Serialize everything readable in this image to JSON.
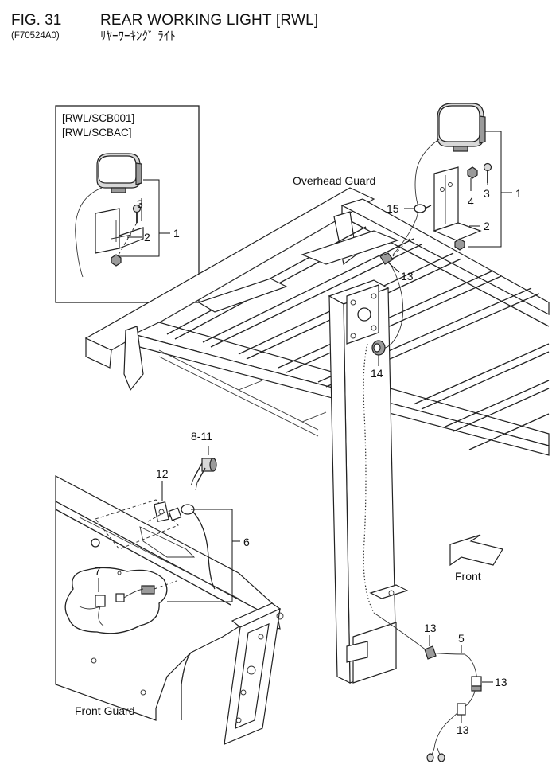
{
  "header": {
    "fig_number": "FIG. 31",
    "fig_code": "(F70524A0)",
    "title": "REAR WORKING LIGHT [RWL]",
    "title_jp": "ﾘﾔｰﾜｰｷﾝｸﾞ ﾗｲﾄ"
  },
  "inset": {
    "variant_1": "[RWL/SCB001]",
    "variant_2": "[RWL/SCBAC]"
  },
  "labels": {
    "overhead_guard": "Overhead Guard",
    "front_guard": "Front Guard",
    "front": "Front"
  },
  "callouts": {
    "c1_inset": "1",
    "c2_inset": "2",
    "c3_inset": "3",
    "c1_main": "1",
    "c2_main": "2",
    "c3_main": "3",
    "c4_main": "4",
    "c15": "15",
    "c13_top": "13",
    "c14": "14",
    "c8_11": "8-11",
    "c12": "12",
    "c6": "6",
    "c7": "7",
    "c13_a": "13",
    "c5": "5",
    "c13_b": "13",
    "c13_c": "13"
  }
}
